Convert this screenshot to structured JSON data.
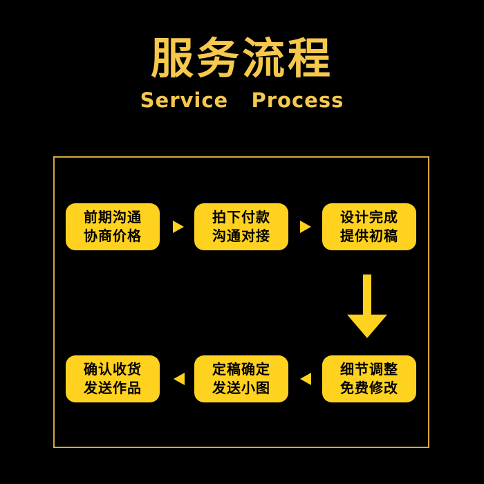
{
  "header": {
    "title": "服务流程",
    "subtitle": "Service   Process"
  },
  "colors": {
    "background": "#000000",
    "accent": "#ffd21f",
    "title": "#f6c94d",
    "frame_border": "#d9a93a",
    "step_text": "#000000"
  },
  "steps": [
    {
      "line1": "前期沟通",
      "line2": "协商价格"
    },
    {
      "line1": "拍下付款",
      "line2": "沟通对接"
    },
    {
      "line1": "设计完成",
      "line2": "提供初稿"
    },
    {
      "line1": "细节调整",
      "line2": "免费修改"
    },
    {
      "line1": "定稿确定",
      "line2": "发送小图"
    },
    {
      "line1": "确认收货",
      "line2": "发送作品"
    }
  ],
  "arrows": [
    {
      "icon": "triangle-right-icon"
    },
    {
      "icon": "triangle-right-icon"
    },
    {
      "icon": "arrow-down-icon"
    },
    {
      "icon": "triangle-left-icon"
    },
    {
      "icon": "triangle-left-icon"
    }
  ]
}
